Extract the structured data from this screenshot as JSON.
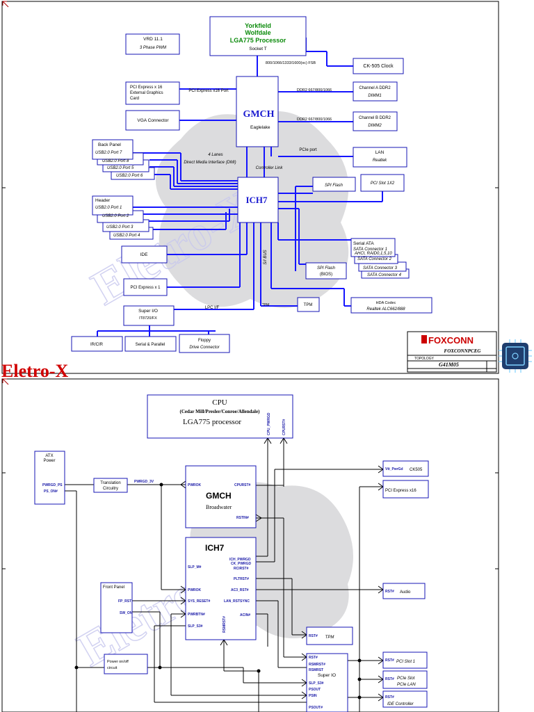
{
  "top": {
    "cpu": {
      "line1": "Yorkfield",
      "line2": "Wolfdale",
      "line3": "LGA775 Processor",
      "line4": "Socket T"
    },
    "vrd": {
      "title": "VRD 11.1",
      "sub": "3 Phase PWM"
    },
    "fsb_label": "800/1066/1333/1600(oc) FSB",
    "clock": "CK-505 Clock",
    "pcie_card": {
      "l1": "PCI Express x 16",
      "l2": "External Graphics",
      "l3": "Card"
    },
    "pcie_port_label": "PCI Express x16 Port",
    "gmch": {
      "title": "GMCH",
      "sub": "Eaglelake"
    },
    "ddr_label_a": "DDR2 667/800/1066",
    "ddr_label_b": "DDR2 667/800/1066",
    "chan_a": {
      "l1": "Channel A DDR2",
      "l2": "DIMM1"
    },
    "chan_b": {
      "l1": "Channel B DDR2",
      "l2": "DIMM2"
    },
    "vga": "VGA Connector",
    "back_panel": {
      "title": "Back Panel",
      "ports": [
        "USB2.0 Port 7",
        "USB2.0 Port 8",
        "USB2.0 Port 5",
        "USB2.0 Port 6"
      ]
    },
    "dmi": {
      "l1": "4 Lanes",
      "l2": "Direct Media Interface (DMI)",
      "l3": "Controller Link"
    },
    "pcie_port": "PCIe port",
    "lan": {
      "l1": "LAN",
      "l2": "Realtek"
    },
    "ich": "ICH7",
    "spi": "SPI Flash",
    "pci_slot": "PCI Slot 1X2",
    "header": {
      "title": "Header",
      "ports": [
        "USB2.0 Port 1",
        "USB2.0 Port 2",
        "USB2.0 Port 3",
        "USB2.0 Port 4"
      ]
    },
    "ide": "IDE",
    "sata": {
      "title": "Serial ATA",
      "items": [
        "SATA Connector 1",
        "SATA Connector 2",
        "SATA Connector 3",
        "SATA Connector 4"
      ],
      "raid": "AHCI, RAID0,1,5,10"
    },
    "spi_bios": {
      "l1": "SPI Flash",
      "l2": "(BIOS)"
    },
    "spi_bus": "S/I BUS",
    "pcie_x1": "PCI Express x 1",
    "superio": {
      "l1": "Super I/O",
      "l2": "IT8720/FX"
    },
    "lpc": "LPC I/F",
    "tpm_label": "TPM",
    "tpm": "TPM",
    "hda": {
      "l1": "HDA Codec",
      "l2": "Realtek ALC662/888"
    },
    "ir": "IR/CIR",
    "serial": "Serial & Parallel",
    "floppy": {
      "l1": "Floppy",
      "l2": "Drive Connector"
    },
    "foxconn": {
      "brand": "FOXCONN",
      "sub": "FOXCONNPCEG",
      "sheet": "TOPOLOGY",
      "model": "G41M05"
    }
  },
  "watermark": "Eletro-X",
  "bottom": {
    "cpu": {
      "title": "CPU",
      "sub": "(Cedar Mill/Presler/Conroe/Allendale)",
      "proc": "LGA775 processor",
      "pin1": "CPU_PWRGD",
      "pin2": "CPURST#"
    },
    "atx": {
      "l1": "ATX",
      "l2": "Power",
      "pin1": "PWRGD_PS",
      "pin2": "PS_ON#"
    },
    "trans": {
      "l1": "Translation",
      "l2": "Circuitry",
      "sig": "PWRGD_3V"
    },
    "gmch": {
      "title": "GMCH",
      "sub": "Broadwater",
      "pin1": "PWROK",
      "pin2": "CPURST#",
      "pin3": "RSTIN#"
    },
    "ck505": {
      "pin": "Vtt_PwrGd",
      "label": "CK505"
    },
    "pcie16": {
      "label": "PCI Express x16"
    },
    "ich": {
      "title": "ICH7",
      "pins_left": [
        "SLP_M#",
        "PWROK",
        "SYS_RESET#",
        "PWRBTN#",
        "SLP_S3#"
      ],
      "pins_right": [
        "ICH_PWRGD",
        "CK_PWRGD",
        "RCIRST#",
        "PLTRST#",
        "AC3_RST#",
        "LAN_RSTSYNC",
        "ACIN#"
      ],
      "bottom_pin": "RSMRST#"
    },
    "front": {
      "title": "Front Panel",
      "pin1": "FP_RST",
      "pin2": "SW_ON"
    },
    "audio": {
      "pin": "RST#",
      "label": "Audio"
    },
    "tpm": {
      "pin": "RST#",
      "label": "TPM"
    },
    "power_circuit": {
      "l1": "Power on/off",
      "l2": "circuit"
    },
    "superio": {
      "title": "Super IO",
      "pins": [
        "RST#",
        "RSMRST#",
        "RSMRST",
        "SLP_S3#",
        "PSOUT",
        "PSIN",
        "PSOUT#"
      ]
    },
    "pci1": {
      "pin": "RST#",
      "label": "PCI Slot 1"
    },
    "pcie_lan": {
      "pin": "RST#",
      "l1": "PCIe Slot",
      "l2": "PCIe LAN"
    },
    "ide": {
      "pin": "RST#",
      "label": "IDE Controller"
    }
  }
}
